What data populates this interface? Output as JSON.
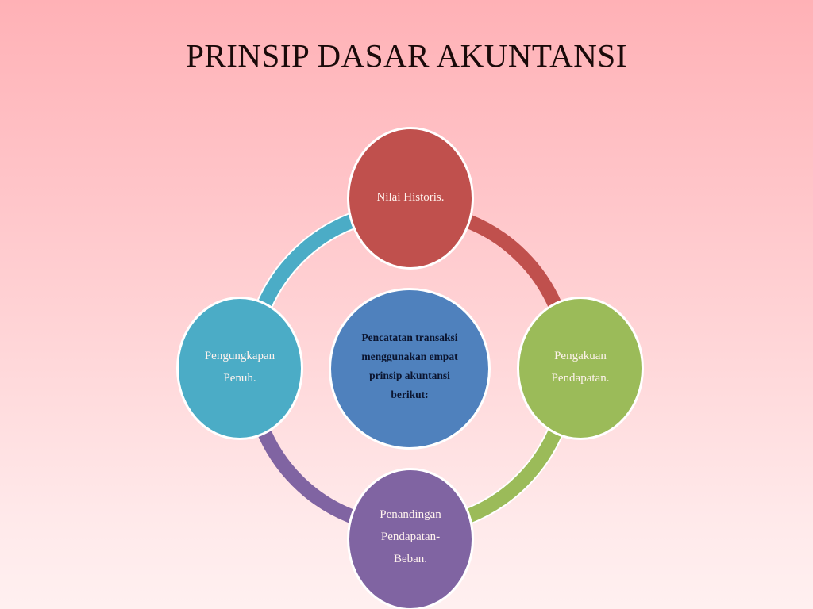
{
  "slide": {
    "title": "PRINSIP DASAR AKUNTANSI",
    "background_gradient": [
      "#FFB1B6",
      "#FFF0F0"
    ]
  },
  "diagram": {
    "type": "radial-cycle",
    "center": {
      "label": "Pencatatan transaksi\nmenggunakan empat\nprinsip akuntansi\nberikut:",
      "color": "#4F81BD"
    },
    "nodes": [
      {
        "position": "top",
        "label": "Nilai Historis.",
        "color": "#C0504D"
      },
      {
        "position": "right",
        "label": "Pengakuan\nPendapatan.",
        "color": "#9BBB59"
      },
      {
        "position": "bottom",
        "label": "Penandingan\nPendapatan-\nBeban.",
        "color": "#8064A2"
      },
      {
        "position": "left",
        "label": "Pengungkapan\nPenuh.",
        "color": "#4BACC6"
      }
    ],
    "connectors": [
      {
        "from": "top",
        "to": "right",
        "color": "#C0504D"
      },
      {
        "from": "right",
        "to": "bottom",
        "color": "#9BBB59"
      },
      {
        "from": "bottom",
        "to": "left",
        "color": "#8064A2"
      },
      {
        "from": "left",
        "to": "top",
        "color": "#4BACC6"
      }
    ]
  }
}
